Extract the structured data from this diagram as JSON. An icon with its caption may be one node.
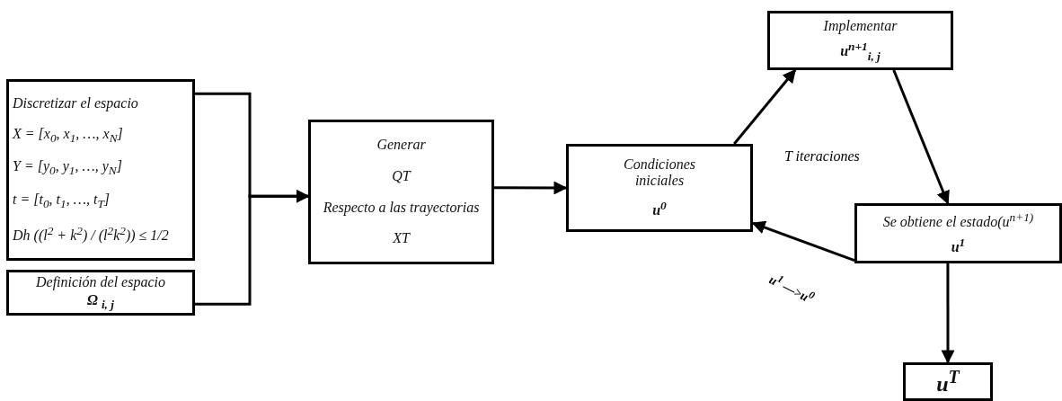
{
  "diagram": {
    "nodes": [
      {
        "text": [
          "Discretizar el espacio",
          "X = [x$_{0}$, x$_{1}$, …, x$_{N}$]",
          "Y = [y$_{0}$, y$_{1}$, …, y$_{N}$]",
          "t = [t$_{0}$, t$_{1}$, …, t$_{T}$]",
          "Dh ((l$^{2}$ + k$^{2}$) / (l$^{2}$k$^{2}$)) ≤ 1/2"
        ]
      },
      {
        "text": [
          "Definición del espacio",
          "Ω $_{i, j}$"
        ]
      },
      {
        "text": [
          "Generar",
          "QT",
          "Respecto a las trayectorias",
          "XT"
        ]
      },
      {
        "text": [
          "Condiciones iniciales",
          "u$^{0}$"
        ]
      },
      {
        "text": [
          "Implementar",
          "u$^{n+1}$$_{i, j}$"
        ]
      },
      {
        "text": [
          "Se obtiene el estado(u$^{n+1)}$",
          "u$^{1}$"
        ]
      },
      {
        "text": [
          "u$^{T}$"
        ]
      }
    ],
    "edges": [
      {
        "from": 0,
        "to": 2,
        "arrow": "to"
      },
      {
        "from": 1,
        "to": 2,
        "arrow": "to"
      },
      {
        "from": 2,
        "to": 3,
        "arrow": "to"
      },
      {
        "from": 3,
        "to": 4,
        "arrow": "to"
      },
      {
        "from": 4,
        "to": 5,
        "arrow": "to"
      },
      {
        "from": 5,
        "to": 3,
        "arrow": "to",
        "label": "u$^{1}$ —>u$^{0}$"
      },
      {
        "from": 5,
        "to": 6,
        "arrow": "to"
      }
    ],
    "labels": [
      "T iteraciones"
    ]
  }
}
